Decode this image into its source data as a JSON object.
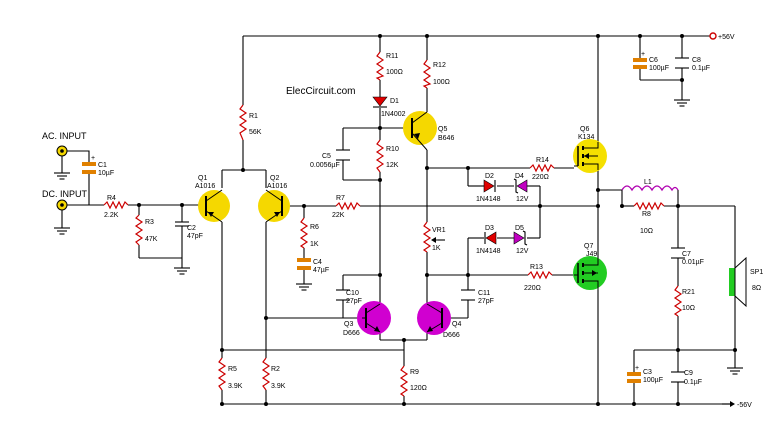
{
  "inputs": {
    "ac": "AC. INPUT",
    "dc": "DC. INPUT"
  },
  "brand": "ElecCircuit.com",
  "rails": {
    "pos": "+56V",
    "neg": "-56V"
  },
  "colors": {
    "wire": "#000000",
    "resistor": "#cc0000",
    "electrolytic": "#e08000",
    "bjt_yellow": "#f5d800",
    "bjt_magenta": "#d000d0",
    "mosfet_green": "#22cc22",
    "mosfet_yellow": "#f5e000",
    "diode_red": "#e00000",
    "zener_magenta": "#c000c0",
    "inductor": "#b000b0",
    "speaker": "#22cc22",
    "rail_terminal": "#cc0000"
  },
  "components": {
    "C1": {
      "ref": "C1",
      "value": "10µF"
    },
    "R4": {
      "ref": "R4",
      "value": "2.2K"
    },
    "R3": {
      "ref": "R3",
      "value": "47K"
    },
    "C2": {
      "ref": "C2",
      "value": "47pF"
    },
    "Q1": {
      "ref": "Q1",
      "value": "A1016"
    },
    "Q2": {
      "ref": "Q2",
      "value": "A1016"
    },
    "R1": {
      "ref": "R1",
      "value": "56K"
    },
    "R5": {
      "ref": "R5",
      "value": "3.9K"
    },
    "R2": {
      "ref": "R2",
      "value": "3.9K"
    },
    "R6": {
      "ref": "R6",
      "value": "1K"
    },
    "C4": {
      "ref": "C4",
      "value": "47µF"
    },
    "R7": {
      "ref": "R7",
      "value": "22K"
    },
    "C5": {
      "ref": "C5",
      "value": "0.0056µF"
    },
    "R11": {
      "ref": "R11",
      "value": "100Ω"
    },
    "D1": {
      "ref": "D1",
      "value": "1N4002"
    },
    "R10": {
      "ref": "R10",
      "value": "12K"
    },
    "R12": {
      "ref": "R12",
      "value": "100Ω"
    },
    "Q5": {
      "ref": "Q5",
      "value": "B646"
    },
    "VR1": {
      "ref": "VR1",
      "value": "1K"
    },
    "C10": {
      "ref": "C10",
      "value": "27pF"
    },
    "C11": {
      "ref": "C11",
      "value": "27pF"
    },
    "Q3": {
      "ref": "Q3",
      "value": "D666"
    },
    "Q4": {
      "ref": "Q4",
      "value": "D666"
    },
    "R9": {
      "ref": "R9",
      "value": "120Ω"
    },
    "D2": {
      "ref": "D2",
      "value": "1N4148"
    },
    "D4": {
      "ref": "D4",
      "value": "12V"
    },
    "D3": {
      "ref": "D3",
      "value": "1N4148"
    },
    "D5": {
      "ref": "D5",
      "value": "12V"
    },
    "R14": {
      "ref": "R14",
      "value": "220Ω"
    },
    "R13": {
      "ref": "R13",
      "value": "220Ω"
    },
    "Q6": {
      "ref": "Q6",
      "value": "K134"
    },
    "Q7": {
      "ref": "Q7",
      "value": "J49"
    },
    "L1": {
      "ref": "L1",
      "value": ""
    },
    "R8": {
      "ref": "R8",
      "value": "10Ω"
    },
    "C7": {
      "ref": "C7",
      "value": "0.01µF"
    },
    "R21": {
      "ref": "R21",
      "value": "10Ω"
    },
    "C6": {
      "ref": "C6",
      "value": "100µF"
    },
    "C8": {
      "ref": "C8",
      "value": "0.1µF"
    },
    "C3": {
      "ref": "C3",
      "value": "100µF"
    },
    "C9": {
      "ref": "C9",
      "value": "0.1µF"
    },
    "SP1": {
      "ref": "SP1",
      "value": "8Ω"
    }
  }
}
